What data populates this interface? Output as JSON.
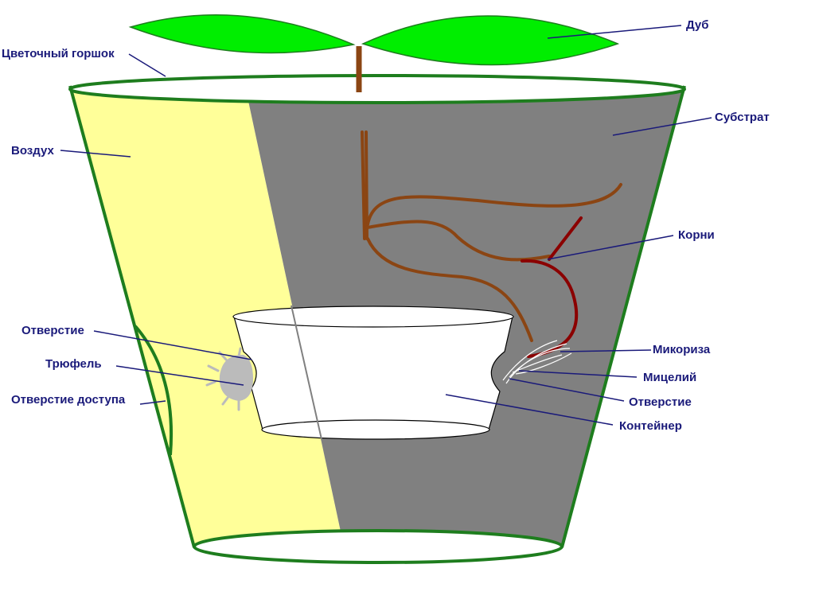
{
  "labels": {
    "oak": "Дуб",
    "flower_pot": "Цветочный горшок",
    "substrate": "Субстрат",
    "air": "Воздух",
    "roots": "Корни",
    "hole_left": "Отверстие",
    "truffle": "Трюфель",
    "access_hole": "Отверстие доступа",
    "mycorrhiza": "Микориза",
    "mycelium": "Мицелий",
    "hole_right": "Отверстие",
    "container": "Контейнер"
  },
  "colors": {
    "pot_outline": "#1e7d1e",
    "leaf": "#00ee00",
    "air": "#ffff99",
    "substrate": "#808080",
    "stem": "#8b4513",
    "mycorrhizal_root": "#8b0000",
    "truffle": "#bbbbbb",
    "label_text": "#1a1a7a"
  }
}
